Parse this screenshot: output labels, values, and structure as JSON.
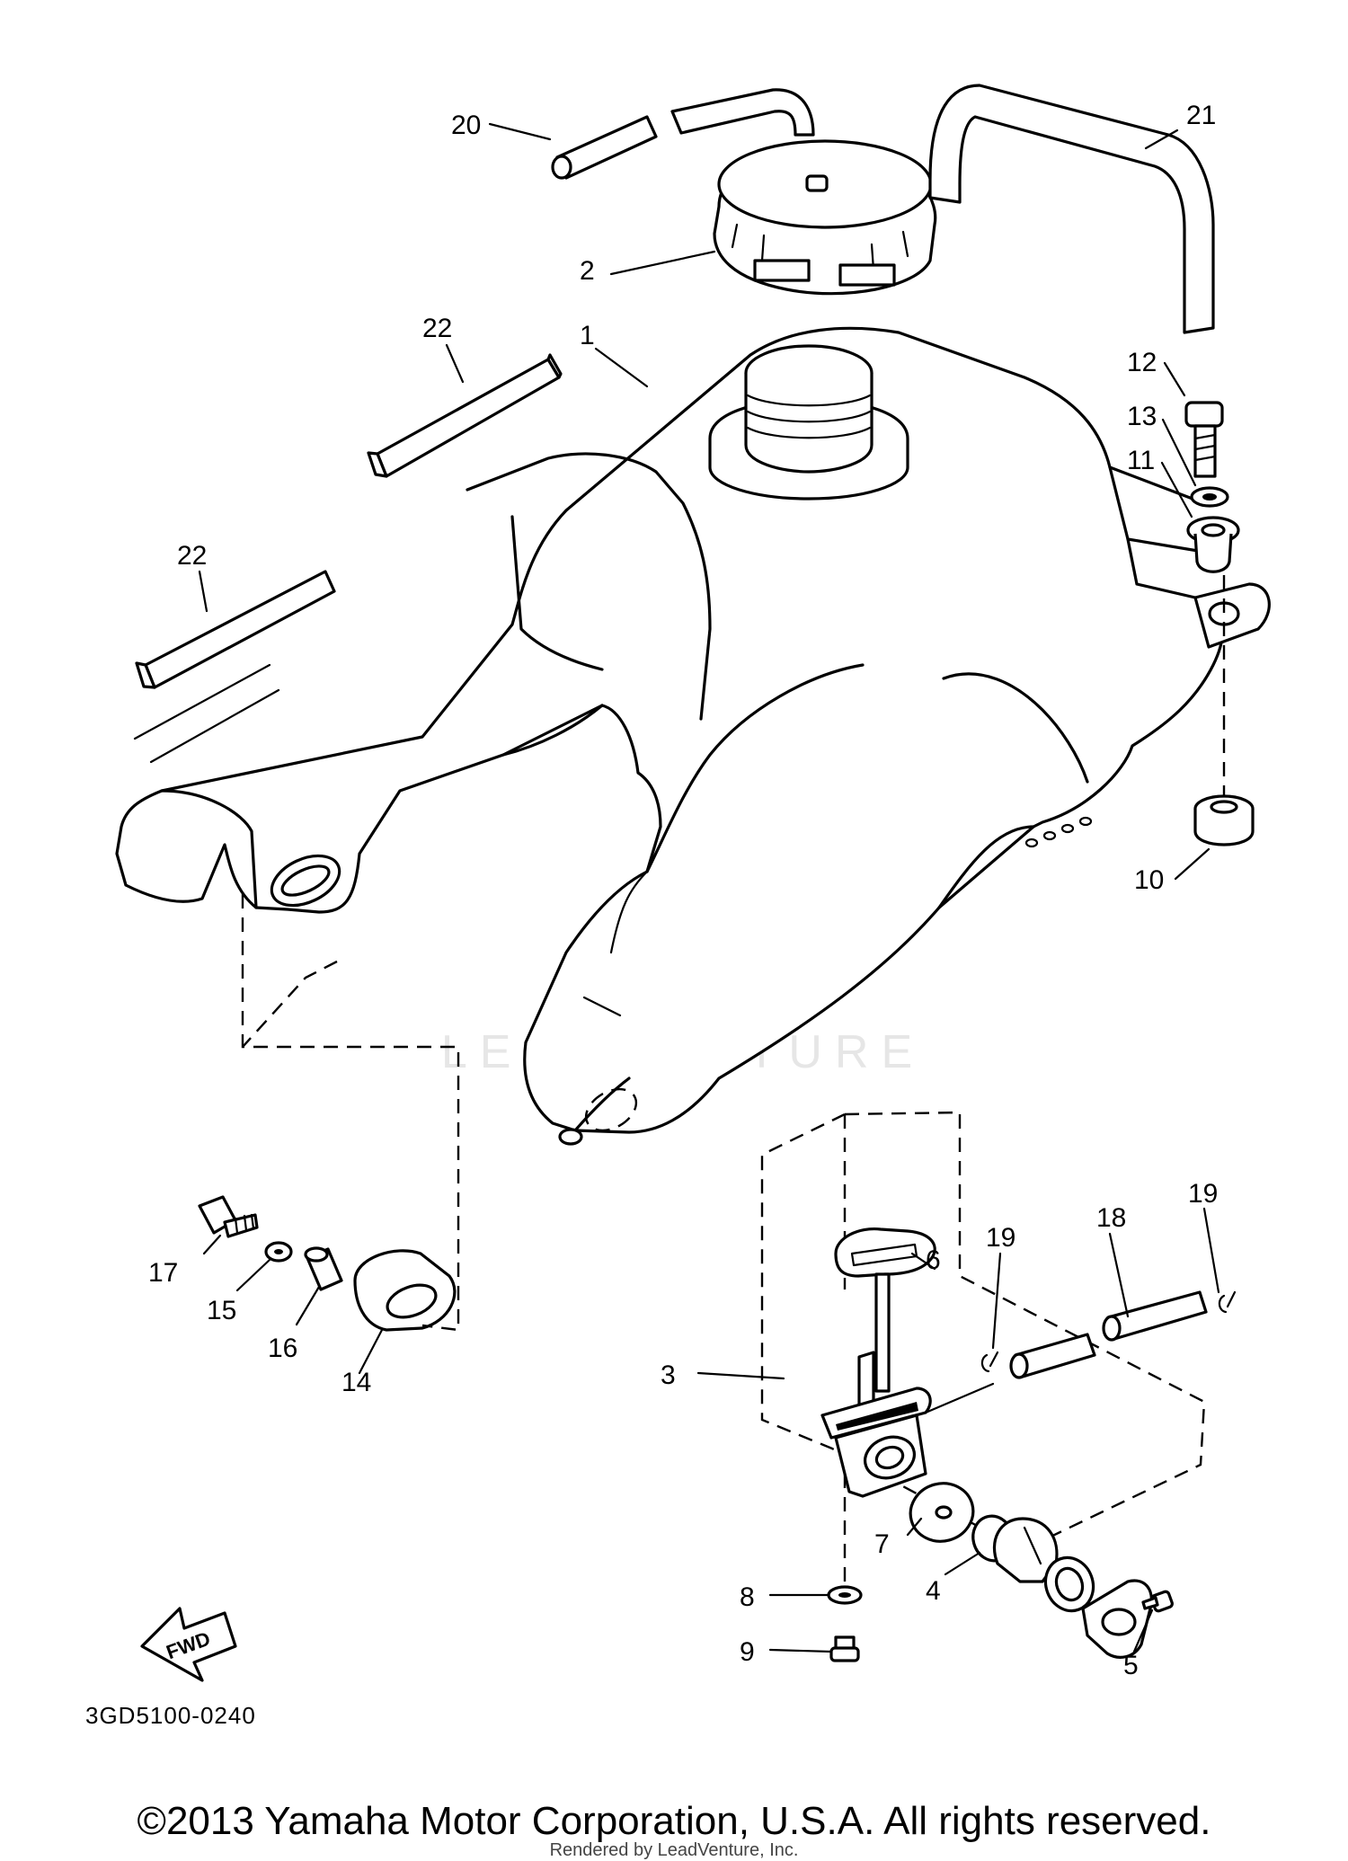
{
  "callouts": {
    "c1": "1",
    "c2": "2",
    "c3": "3",
    "c4": "4",
    "c5": "5",
    "c6": "6",
    "c7": "7",
    "c8": "8",
    "c9": "9",
    "c10": "10",
    "c11": "11",
    "c12": "12",
    "c13": "13",
    "c14": "14",
    "c15": "15",
    "c16": "16",
    "c17": "17",
    "c18": "18",
    "c19a": "19",
    "c19b": "19",
    "c20": "20",
    "c21": "21",
    "c22a": "22",
    "c22b": "22"
  },
  "fwd_label": "FWD",
  "diagram_code": "3GD5100-0240",
  "watermark": "LEADVENTURE",
  "copyright": "©2013 Yamaha Motor Corporation, U.S.A. All rights reserved.",
  "rendered_by": "Rendered by LeadVenture, Inc."
}
